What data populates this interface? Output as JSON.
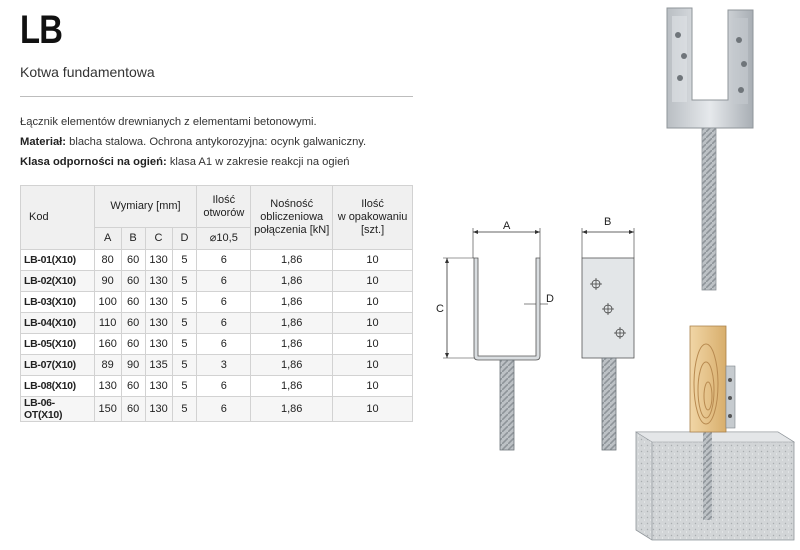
{
  "header": {
    "title": "LB",
    "subtitle": "Kotwa fundamentowa"
  },
  "description": {
    "line1": "Łącznik elementów drewnianych z elementami betonowymi.",
    "material_label": "Materiał:",
    "material_text": "blacha stalowa. Ochrona antykorozyjna: ocynk galwaniczny.",
    "fire_label": "Klasa odporności na ogień:",
    "fire_text": "klasa A1 w zakresie reakcji na ogień"
  },
  "table": {
    "headers": {
      "kod": "Kod",
      "wymiary": "Wymiary [mm]",
      "ilosc_otworow_l1": "Ilość",
      "ilosc_otworow_l2": "otworów",
      "nosnosc_l1": "Nośność",
      "nosnosc_l2": "obliczeniowa",
      "nosnosc_l3": "połączenia [kN]",
      "ilosc_op_l1": "Ilość",
      "ilosc_op_l2": "w opakowaniu",
      "ilosc_op_l3": "[szt.]",
      "a": "A",
      "b": "B",
      "c": "C",
      "d": "D",
      "hole": "⌀10,5"
    },
    "rows": [
      {
        "kod": "LB-01(X10)",
        "a": "80",
        "b": "60",
        "c": "130",
        "d": "5",
        "holes": "6",
        "load": "1,86",
        "qty": "10"
      },
      {
        "kod": "LB-02(X10)",
        "a": "90",
        "b": "60",
        "c": "130",
        "d": "5",
        "holes": "6",
        "load": "1,86",
        "qty": "10"
      },
      {
        "kod": "LB-03(X10)",
        "a": "100",
        "b": "60",
        "c": "130",
        "d": "5",
        "holes": "6",
        "load": "1,86",
        "qty": "10"
      },
      {
        "kod": "LB-04(X10)",
        "a": "110",
        "b": "60",
        "c": "130",
        "d": "5",
        "holes": "6",
        "load": "1,86",
        "qty": "10"
      },
      {
        "kod": "LB-05(X10)",
        "a": "160",
        "b": "60",
        "c": "130",
        "d": "5",
        "holes": "6",
        "load": "1,86",
        "qty": "10"
      },
      {
        "kod": "LB-07(X10)",
        "a": "89",
        "b": "90",
        "c": "135",
        "d": "5",
        "holes": "3",
        "load": "1,86",
        "qty": "10"
      },
      {
        "kod": "LB-08(X10)",
        "a": "130",
        "b": "60",
        "c": "130",
        "d": "5",
        "holes": "6",
        "load": "1,86",
        "qty": "10"
      },
      {
        "kod": "LB-06-OT(X10)",
        "a": "150",
        "b": "60",
        "c": "130",
        "d": "5",
        "holes": "6",
        "load": "1,86",
        "qty": "10"
      }
    ]
  },
  "drawing_labels": {
    "a": "A",
    "b": "B",
    "c": "C",
    "d": "D"
  },
  "colors": {
    "steel": "#c9ced3",
    "steel_dark": "#9aa0a6",
    "wood": "#e8c48e",
    "concrete": "#cfd2d4"
  }
}
